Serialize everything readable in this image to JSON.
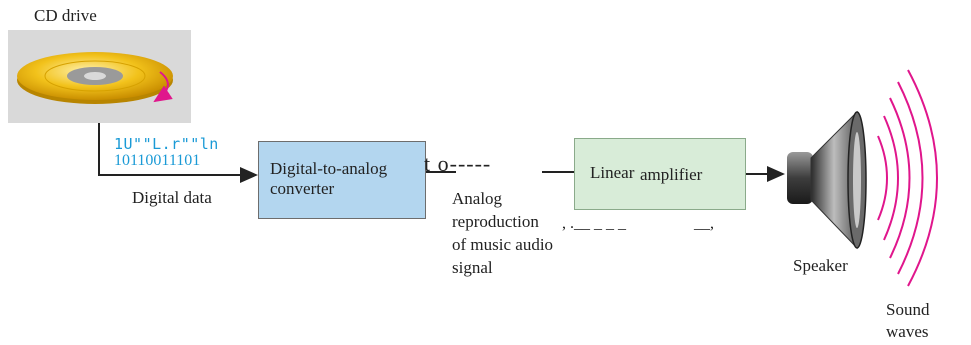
{
  "cd_drive": {
    "label": "CD drive"
  },
  "digital_data": {
    "garbled_line": "1U\"\"L.r\"\"ln",
    "bits_line": "10110011101",
    "label": "Digital data"
  },
  "dac": {
    "label_line1": "Digital-to-analog",
    "label_line2": "converter",
    "fill_color": "#b3d6ef"
  },
  "analog_signal": {
    "artifact_text": "t o-----",
    "caption_lines": [
      "Analog",
      "reproduction",
      "of music audio",
      "signal"
    ]
  },
  "amplifier": {
    "label_linear": "Linear",
    "label_amplifier": "amplifier",
    "bottom_artifact": ", .__ _ _ _                 __,",
    "fill_color": "#d8ecd8"
  },
  "speaker": {
    "label": "Speaker"
  },
  "sound_waves": {
    "label_line1": "Sound",
    "label_line2": "waves",
    "color": "#e0168c"
  },
  "colors": {
    "disc_gold": "#f2c21b",
    "drive_bg": "#d9d9d9",
    "arrow": "#222222"
  }
}
